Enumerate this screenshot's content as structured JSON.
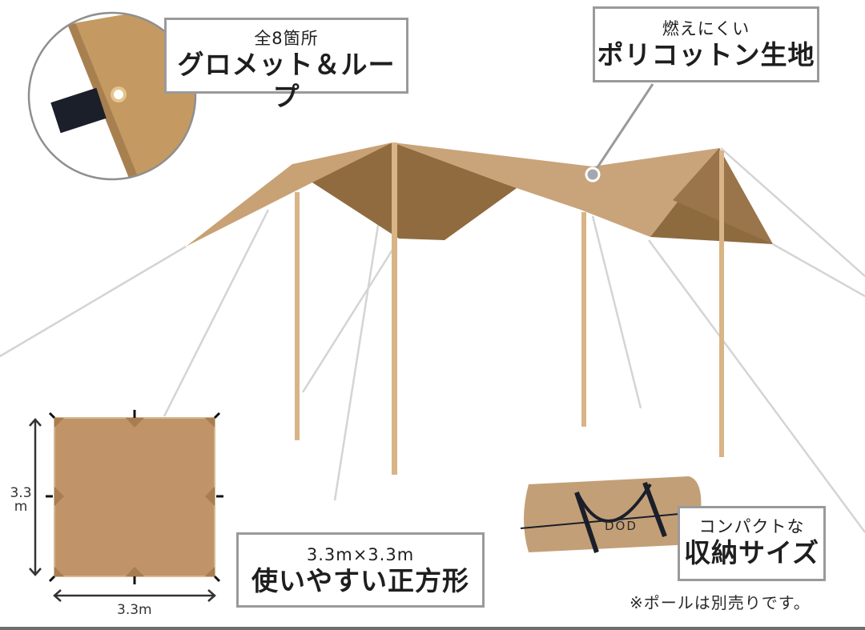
{
  "callouts": {
    "grommet": {
      "line1": "全8箇所",
      "line2": "グロメット＆ループ"
    },
    "fabric": {
      "line1": "燃えにくい",
      "line2": "ポリコットン生地"
    },
    "shape": {
      "line1": "3.3m×3.3m",
      "line2": "使いやすい正方形"
    },
    "storage": {
      "line1": "コンパクトな",
      "line2": "収納サイズ"
    }
  },
  "note": "※ポールは別売りです。",
  "dimensions": {
    "height": "3.3",
    "height_unit": "m",
    "width": "3.3m"
  },
  "bag_logo": "DOD",
  "colors": {
    "tarp_light": "#c49a6c",
    "tarp_dark": "#8e6a3f",
    "pole": "#d9b487",
    "rope": "#d8d8d8",
    "strap": "#1a1f2a",
    "border": "#9a9a9a"
  }
}
